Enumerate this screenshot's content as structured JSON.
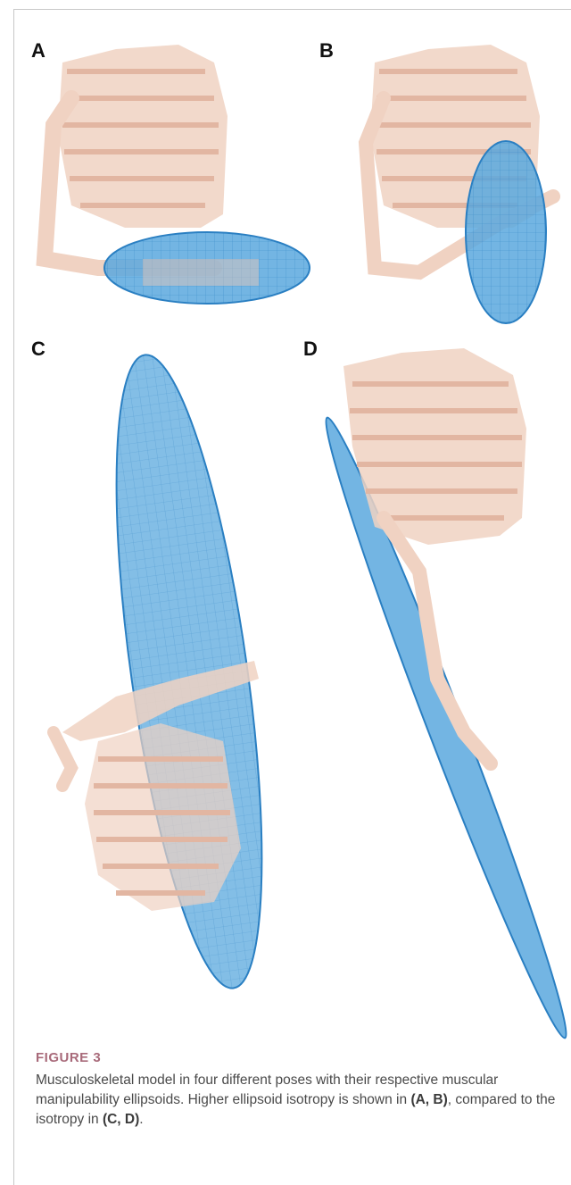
{
  "figure": {
    "panels": [
      {
        "label": "A"
      },
      {
        "label": "B"
      },
      {
        "label": "C"
      },
      {
        "label": "D"
      }
    ],
    "colors": {
      "bone": "#f0d2c2",
      "ellipsoid_fill": "#5aa8de",
      "ellipsoid_edge": "#2a7fc2"
    }
  },
  "caption": {
    "title": "FIGURE 3",
    "text_1": "Musculoskeletal model in four different poses with their respective muscular manipulability ellipsoids. Higher ellipsoid isotropy is shown in ",
    "ref_ab": "(A, B)",
    "text_2": ", compared to the isotropy in ",
    "ref_cd": "(C, D)",
    "text_3": "."
  }
}
